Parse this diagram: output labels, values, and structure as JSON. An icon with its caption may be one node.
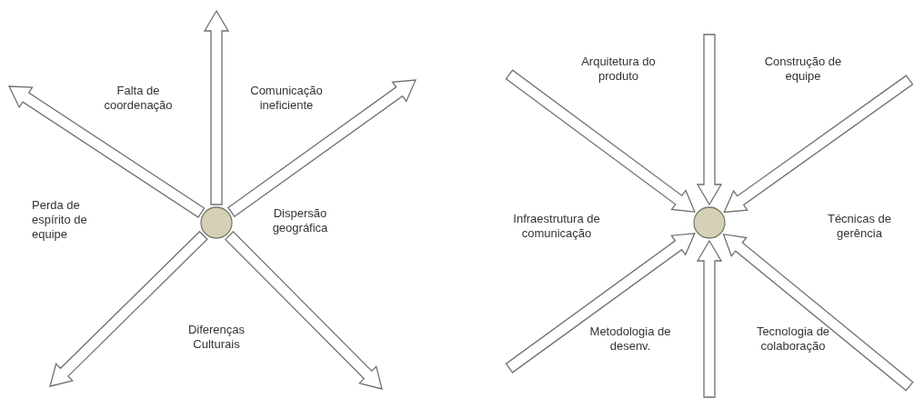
{
  "diagram": {
    "nodes": [
      {
        "text": [],
        "shape": "circle"
      },
      {
        "text": [],
        "shape": "circle"
      }
    ],
    "edges": [
      {
        "from": 0,
        "to": null,
        "arrow": "to"
      },
      {
        "from": 0,
        "to": null,
        "arrow": "to"
      },
      {
        "from": 0,
        "to": null,
        "arrow": "to"
      },
      {
        "from": 0,
        "to": null,
        "arrow": "to"
      },
      {
        "from": 0,
        "to": null,
        "arrow": "to"
      },
      {
        "from": null,
        "to": 1,
        "arrow": "to"
      },
      {
        "from": null,
        "to": 1,
        "arrow": "to"
      },
      {
        "from": null,
        "to": 1,
        "arrow": "to"
      },
      {
        "from": null,
        "to": 1,
        "arrow": "to"
      },
      {
        "from": null,
        "to": 1,
        "arrow": "to"
      },
      {
        "from": null,
        "to": 1,
        "arrow": "to"
      }
    ],
    "labels": [
      "Falta de coordenação",
      "Comunicação ineficiente",
      "Arquitetura do produto",
      "Construção de equipe",
      "Perda de espírito de equipe",
      "Dispersão geográfica",
      "Infraestrutura de comunicação",
      "Técnicas de gerência",
      "Diferenças Culturais",
      "Metodologia de desenv.",
      "Tecnologia de colaboração"
    ]
  }
}
